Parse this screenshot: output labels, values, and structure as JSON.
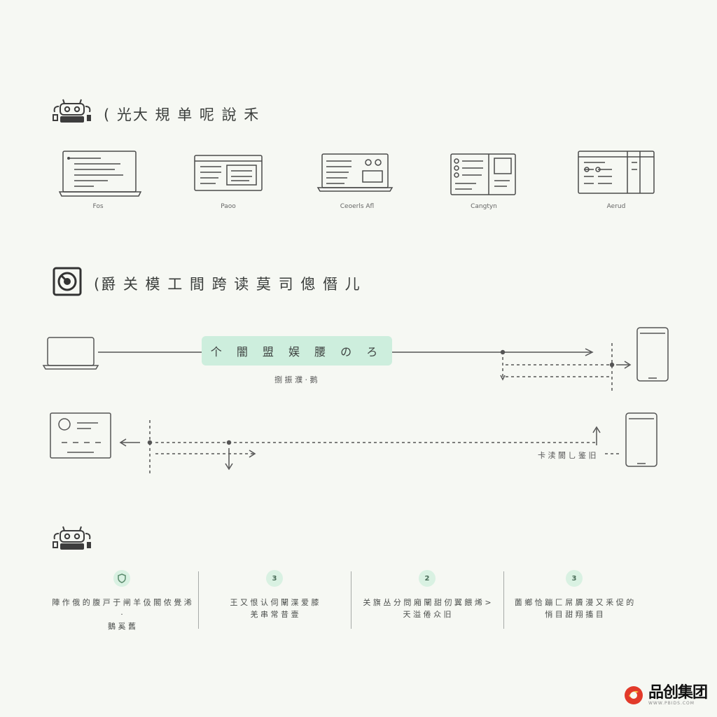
{
  "sections": {
    "top_title": "( 光大 規 单 呢 說 禾",
    "flow_title": "(爵 关 模 工  間 跨 读 莫 司 傯 僭 儿",
    "steps_icon": "robot-icon"
  },
  "devices": [
    {
      "label": "Fos"
    },
    {
      "label": "Paoo"
    },
    {
      "label": "Ceoerls Afl"
    },
    {
      "label": "Cangtyn"
    },
    {
      "label": "Aerud"
    }
  ],
  "flow": {
    "pill_text": "个 闇 盟 娱 腰 の ろ",
    "pill_caption": "捌 振 濮 · 鹅",
    "right_caption": "卡 渎 閬 乚 鉴 旧"
  },
  "steps": [
    {
      "badge": "",
      "line1": "陣 作 俄 的 腹 戸 于 闸 羊 伋 閣 侬 覺 浠 ·",
      "line2": "鵝 奚 舊"
    },
    {
      "badge": "3",
      "line1": "王 又 恨 认 伺 闡 渫 爱 膝",
      "line2": "羌 串 常 昔 壹"
    },
    {
      "badge": "2",
      "line1": "关 旗 丛 分 問 廂 闡 甜 仞 翼 餵 烯 >",
      "line2": "天 溢 倦 众 旧"
    },
    {
      "badge": "3",
      "line1": "薗 鄉 恰 蹦 匚 屌 贗 漫 又 釆 促 的",
      "line2": "悄 目 甜 翔 搐 目"
    }
  ],
  "brand": {
    "name": "品创集团",
    "sub": "WWW.PBIDS.COM"
  },
  "colors": {
    "accent_pill": "#cdeedd",
    "badge": "#d9f1e2",
    "line": "#555555"
  }
}
